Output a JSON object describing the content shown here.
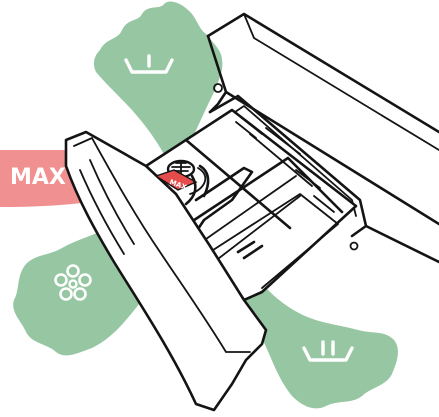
{
  "labels": {
    "max_arrow": "MAX",
    "max_marker": "MAX"
  },
  "colors": {
    "green": "#8dc29a",
    "red": "#f08a8a",
    "red_dark": "#e74c4c",
    "outline": "#141414"
  },
  "compartments": [
    {
      "id": "prewash",
      "icon": "tub-one-line-icon"
    },
    {
      "id": "softener",
      "icon": "flower-icon"
    },
    {
      "id": "main-wash",
      "icon": "tub-two-lines-icon"
    }
  ]
}
